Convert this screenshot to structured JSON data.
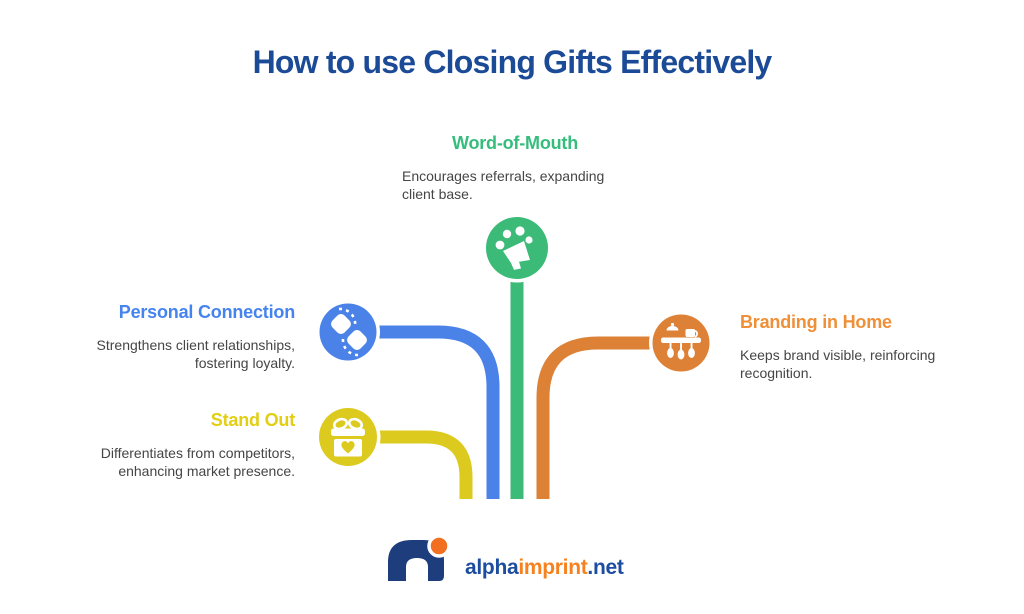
{
  "title": {
    "text": "How to use Closing Gifts Effectively",
    "color": "#1b4a97"
  },
  "branches": [
    {
      "label": "Word-of-Mouth",
      "description": "Encourages referrals, expanding client base.",
      "color": "#3bba78",
      "label_color": "#35bd7c",
      "icon": "megaphone-icon"
    },
    {
      "label": "Personal Connection",
      "description": "Strengthens client relationships, fostering loyalty.",
      "color": "#4a82e8",
      "label_color": "#4583ef",
      "icon": "handshake-icon"
    },
    {
      "label": "Stand Out",
      "description": "Differentiates from competitors, enhancing market presence.",
      "color": "#ddca1e",
      "label_color": "#e2cf12",
      "icon": "gift-icon"
    },
    {
      "label": "Branding in Home",
      "description": "Keeps brand visible, reinforcing recognition.",
      "color": "#dd8136",
      "label_color": "#ef9038",
      "icon": "kitchen-rack-icon"
    }
  ],
  "footer": {
    "brand": {
      "alpha": "alpha",
      "imprint": "imprint",
      "tld": ".net"
    },
    "logo_navy": "#1e3d7c",
    "text_navy": "#1d4da0",
    "logo_orange": "#f26f21",
    "text_orange": "#f5821f"
  },
  "body_text_color": "#454545"
}
